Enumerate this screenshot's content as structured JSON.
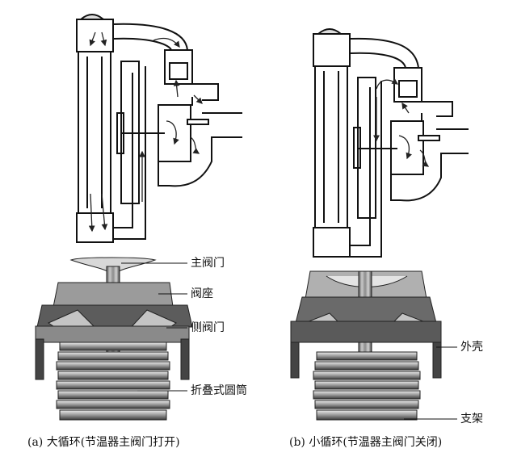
{
  "labels": {
    "main_valve": "主阀门",
    "valve_seat": "阀座",
    "side_valve": "侧阀门",
    "bellows": "折叠式圆筒",
    "housing": "外壳",
    "bracket": "支架"
  },
  "captions": {
    "a": "(a) 大循环(节温器主阀门打开)",
    "b": "(b) 小循环(节温器主阀门关闭)"
  }
}
